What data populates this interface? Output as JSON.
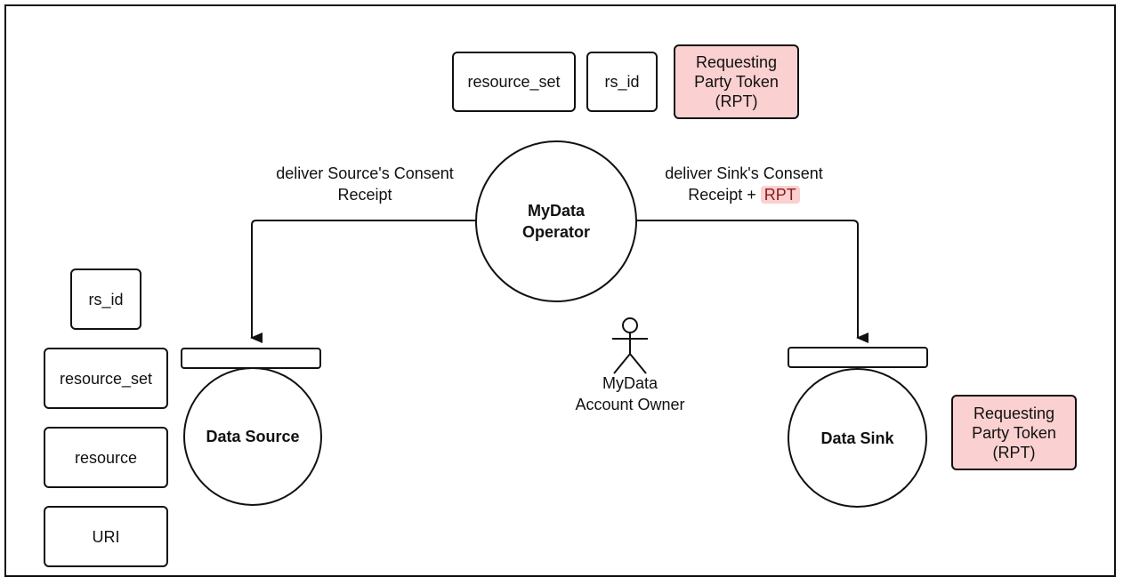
{
  "nodes": {
    "operator": {
      "line1": "MyData",
      "line2": "Operator"
    },
    "source": {
      "label": "Data Source"
    },
    "sink": {
      "label": "Data Sink"
    },
    "owner": {
      "line1": "MyData",
      "line2": "Account Owner"
    }
  },
  "edges": {
    "to_source": {
      "line1": "deliver Source's Consent",
      "line2": "Receipt"
    },
    "to_sink": {
      "line1": "deliver Sink's Consent",
      "line2_prefix": "Receipt + ",
      "line2_highlight": "RPT"
    }
  },
  "top_tokens": {
    "resource_set": "resource_set",
    "rs_id": "rs_id",
    "rpt": {
      "line1": "Requesting",
      "line2": "Party Token",
      "line3": "(RPT)"
    }
  },
  "source_tokens": {
    "rs_id": "rs_id",
    "resource_set": "resource_set",
    "resource": "resource",
    "uri": "URI"
  },
  "sink_tokens": {
    "rpt": {
      "line1": "Requesting",
      "line2": "Party Token",
      "line3": "(RPT)"
    }
  },
  "colors": {
    "token_highlight": "#fbd0d0",
    "highlight_text": "#8b1a1a",
    "stroke": "#111111"
  }
}
